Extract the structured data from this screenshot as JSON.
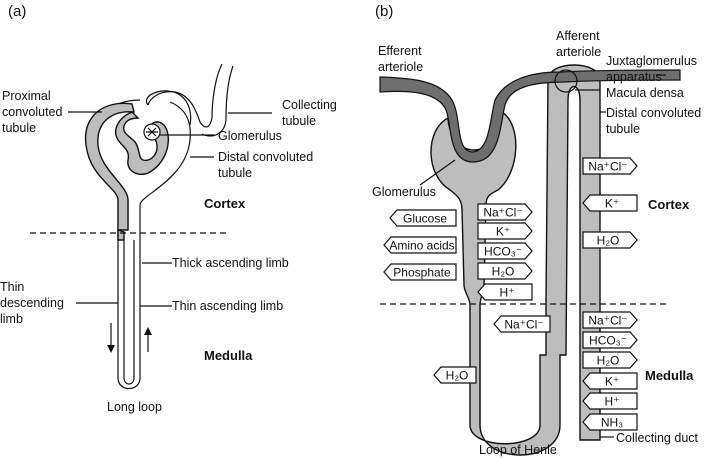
{
  "panel_a": {
    "label": "(a)",
    "labels": {
      "proximal": [
        "Proximal",
        "convoluted",
        "tubule"
      ],
      "collecting_tubule": [
        "Collecting",
        "tubule"
      ],
      "glomerulus": "Glomerulus",
      "distal": [
        "Distal convoluted",
        "tubule"
      ],
      "cortex": "Cortex",
      "thick_ascending": "Thick ascending limb",
      "thin_descending": [
        "Thin",
        "descending",
        "limb"
      ],
      "thin_ascending": "Thin ascending limb",
      "medulla": "Medulla",
      "long_loop": "Long loop"
    }
  },
  "panel_b": {
    "label": "(b)",
    "labels": {
      "efferent": [
        "Efferent",
        "arteriole"
      ],
      "afferent": [
        "Afferent",
        "arteriole"
      ],
      "juxtaglomerulus": [
        "Juxtaglomerulus",
        "apparatus"
      ],
      "macula_densa": "Macula densa",
      "distal": [
        "Distal convoluted",
        "tubule"
      ],
      "glomerulus": "Glomerulus",
      "cortex": "Cortex",
      "medulla": "Medulla",
      "collecting_duct": "Collecting duct",
      "loop_of_henle": "Loop of Henle"
    },
    "proximal_reabsorbed": [
      "Glucose",
      "Amino acids",
      "Phosphate"
    ],
    "proximal_transport": [
      {
        "text": "Na⁺Cl⁻",
        "direction": "out"
      },
      {
        "text": "K⁺",
        "direction": "out"
      },
      {
        "text": "HCO₃⁻",
        "direction": "out"
      },
      {
        "text": "H₂O",
        "direction": "out"
      },
      {
        "text": "H⁺",
        "direction": "in"
      }
    ],
    "ascending_limb": {
      "text": "Na⁺Cl⁻",
      "direction": "out"
    },
    "descending_limb": {
      "text": "H₂O",
      "direction": "out"
    },
    "distal_transport": [
      {
        "text": "Na⁺Cl⁻",
        "direction": "out"
      },
      {
        "text": "K⁺",
        "direction": "in"
      },
      {
        "text": "H₂O",
        "direction": "out"
      }
    ],
    "collecting_transport": [
      {
        "text": "Na⁺Cl⁻",
        "direction": "out"
      },
      {
        "text": "HCO₃⁻",
        "direction": "out"
      },
      {
        "text": "H₂O",
        "direction": "out"
      },
      {
        "text": "K⁺",
        "direction": "in"
      },
      {
        "text": "H⁺",
        "direction": "in"
      },
      {
        "text": "NH₃",
        "direction": "in"
      }
    ]
  }
}
